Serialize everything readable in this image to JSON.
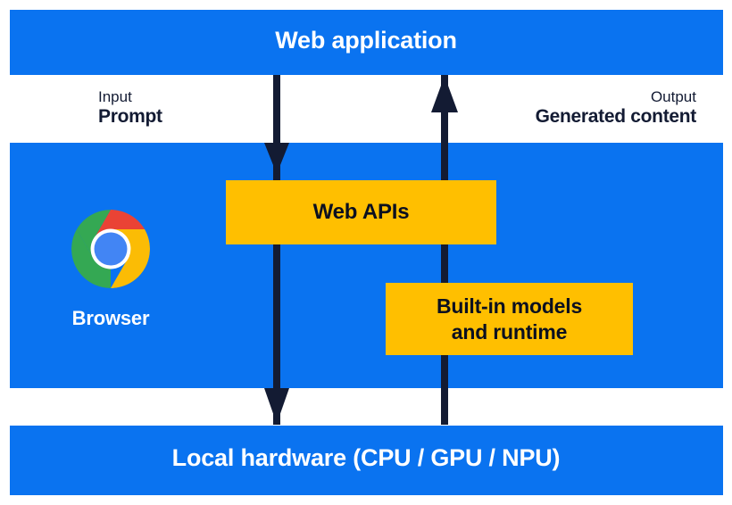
{
  "diagram": {
    "title": "Web application",
    "colors": {
      "blue": "#0a73f0",
      "yellow": "#ffbf00",
      "arrow_navy": "#131b33",
      "white": "#ffffff",
      "chrome_red": "#ea4335",
      "chrome_yellow": "#fbbc05",
      "chrome_green": "#34a853",
      "chrome_blue": "#4285f4"
    },
    "bands": {
      "web_application": {
        "label": "Web application"
      },
      "browser": {
        "label": "Browser"
      },
      "local_hardware": {
        "label": "Local hardware (CPU / GPU / NPU)"
      }
    },
    "flows": {
      "input": {
        "kind": "Input",
        "value": "Prompt",
        "direction": "down"
      },
      "output": {
        "kind": "Output",
        "value": "Generated content",
        "direction": "up"
      }
    },
    "boxes": {
      "web_apis": {
        "label": "Web APIs"
      },
      "builtin_models": {
        "line1": "Built-in models",
        "line2": "and runtime"
      }
    },
    "icons": {
      "chrome": "chrome-logo-icon",
      "arrow_down": "arrow-down-icon",
      "arrow_up": "arrow-up-icon"
    }
  }
}
